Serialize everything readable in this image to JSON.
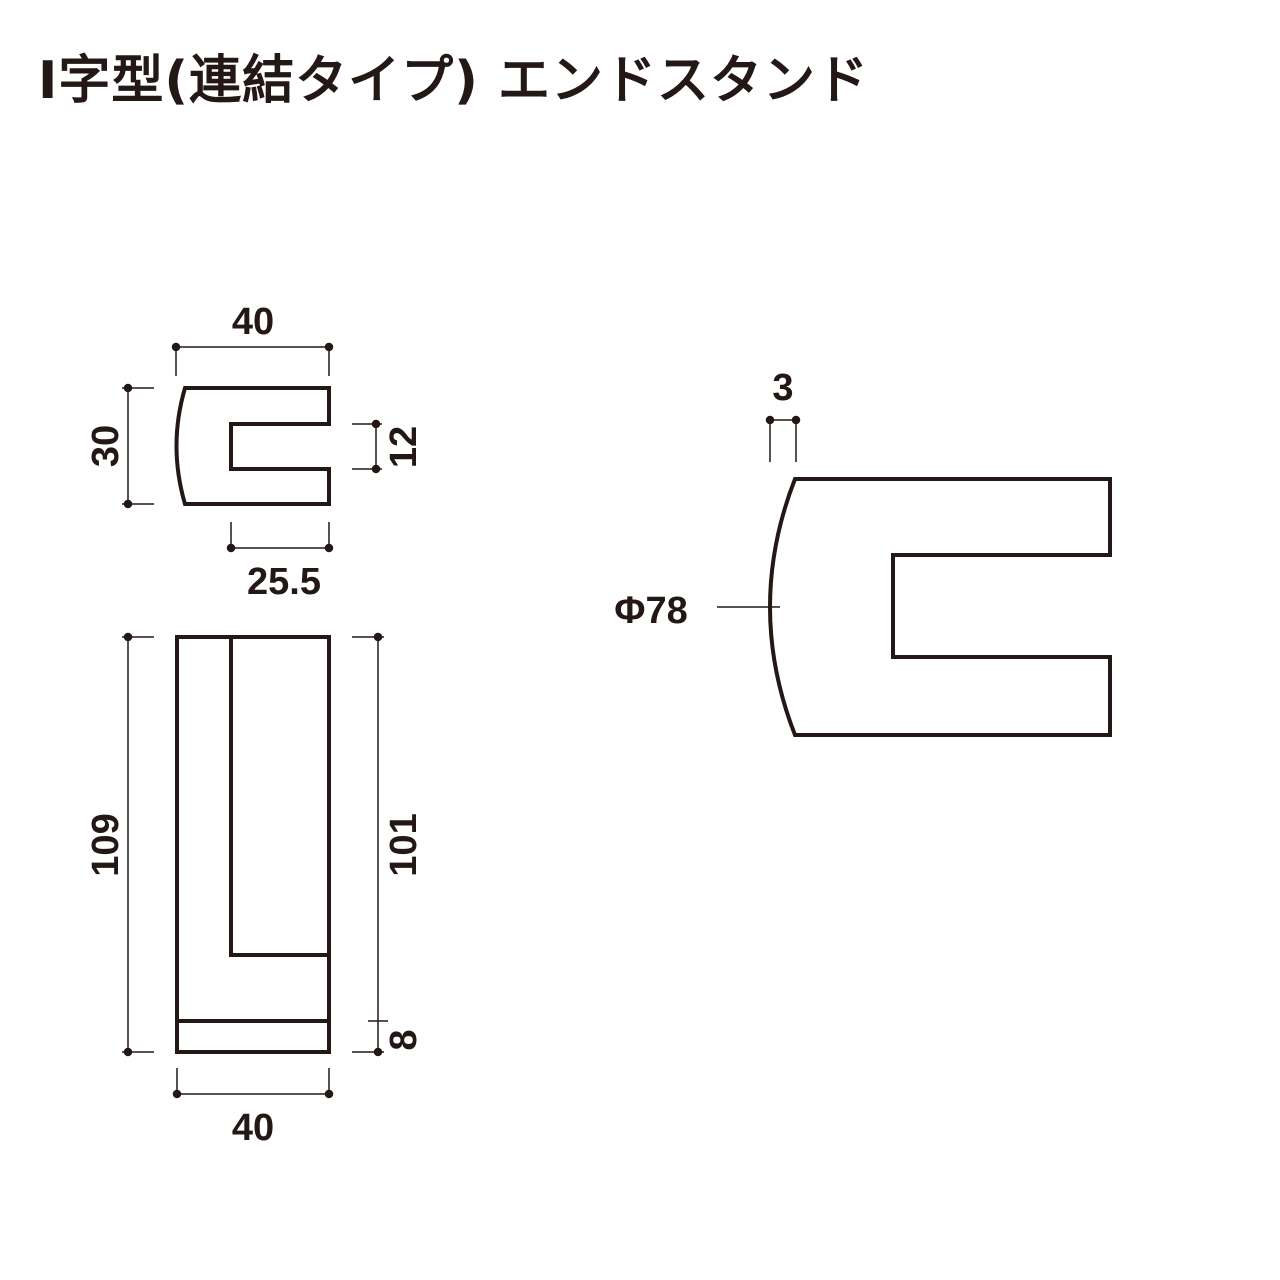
{
  "title": "I字型(連結タイプ) エンドスタンド",
  "colors": {
    "line": "#231815",
    "background": "#ffffff"
  },
  "top_view": {
    "width": "40",
    "height": "30",
    "slot_height": "12",
    "slot_depth": "25.5"
  },
  "front_view": {
    "height": "109",
    "inner_height": "101",
    "base_height": "8",
    "width": "40"
  },
  "side_view": {
    "thickness": "3",
    "diameter": "Φ78"
  }
}
